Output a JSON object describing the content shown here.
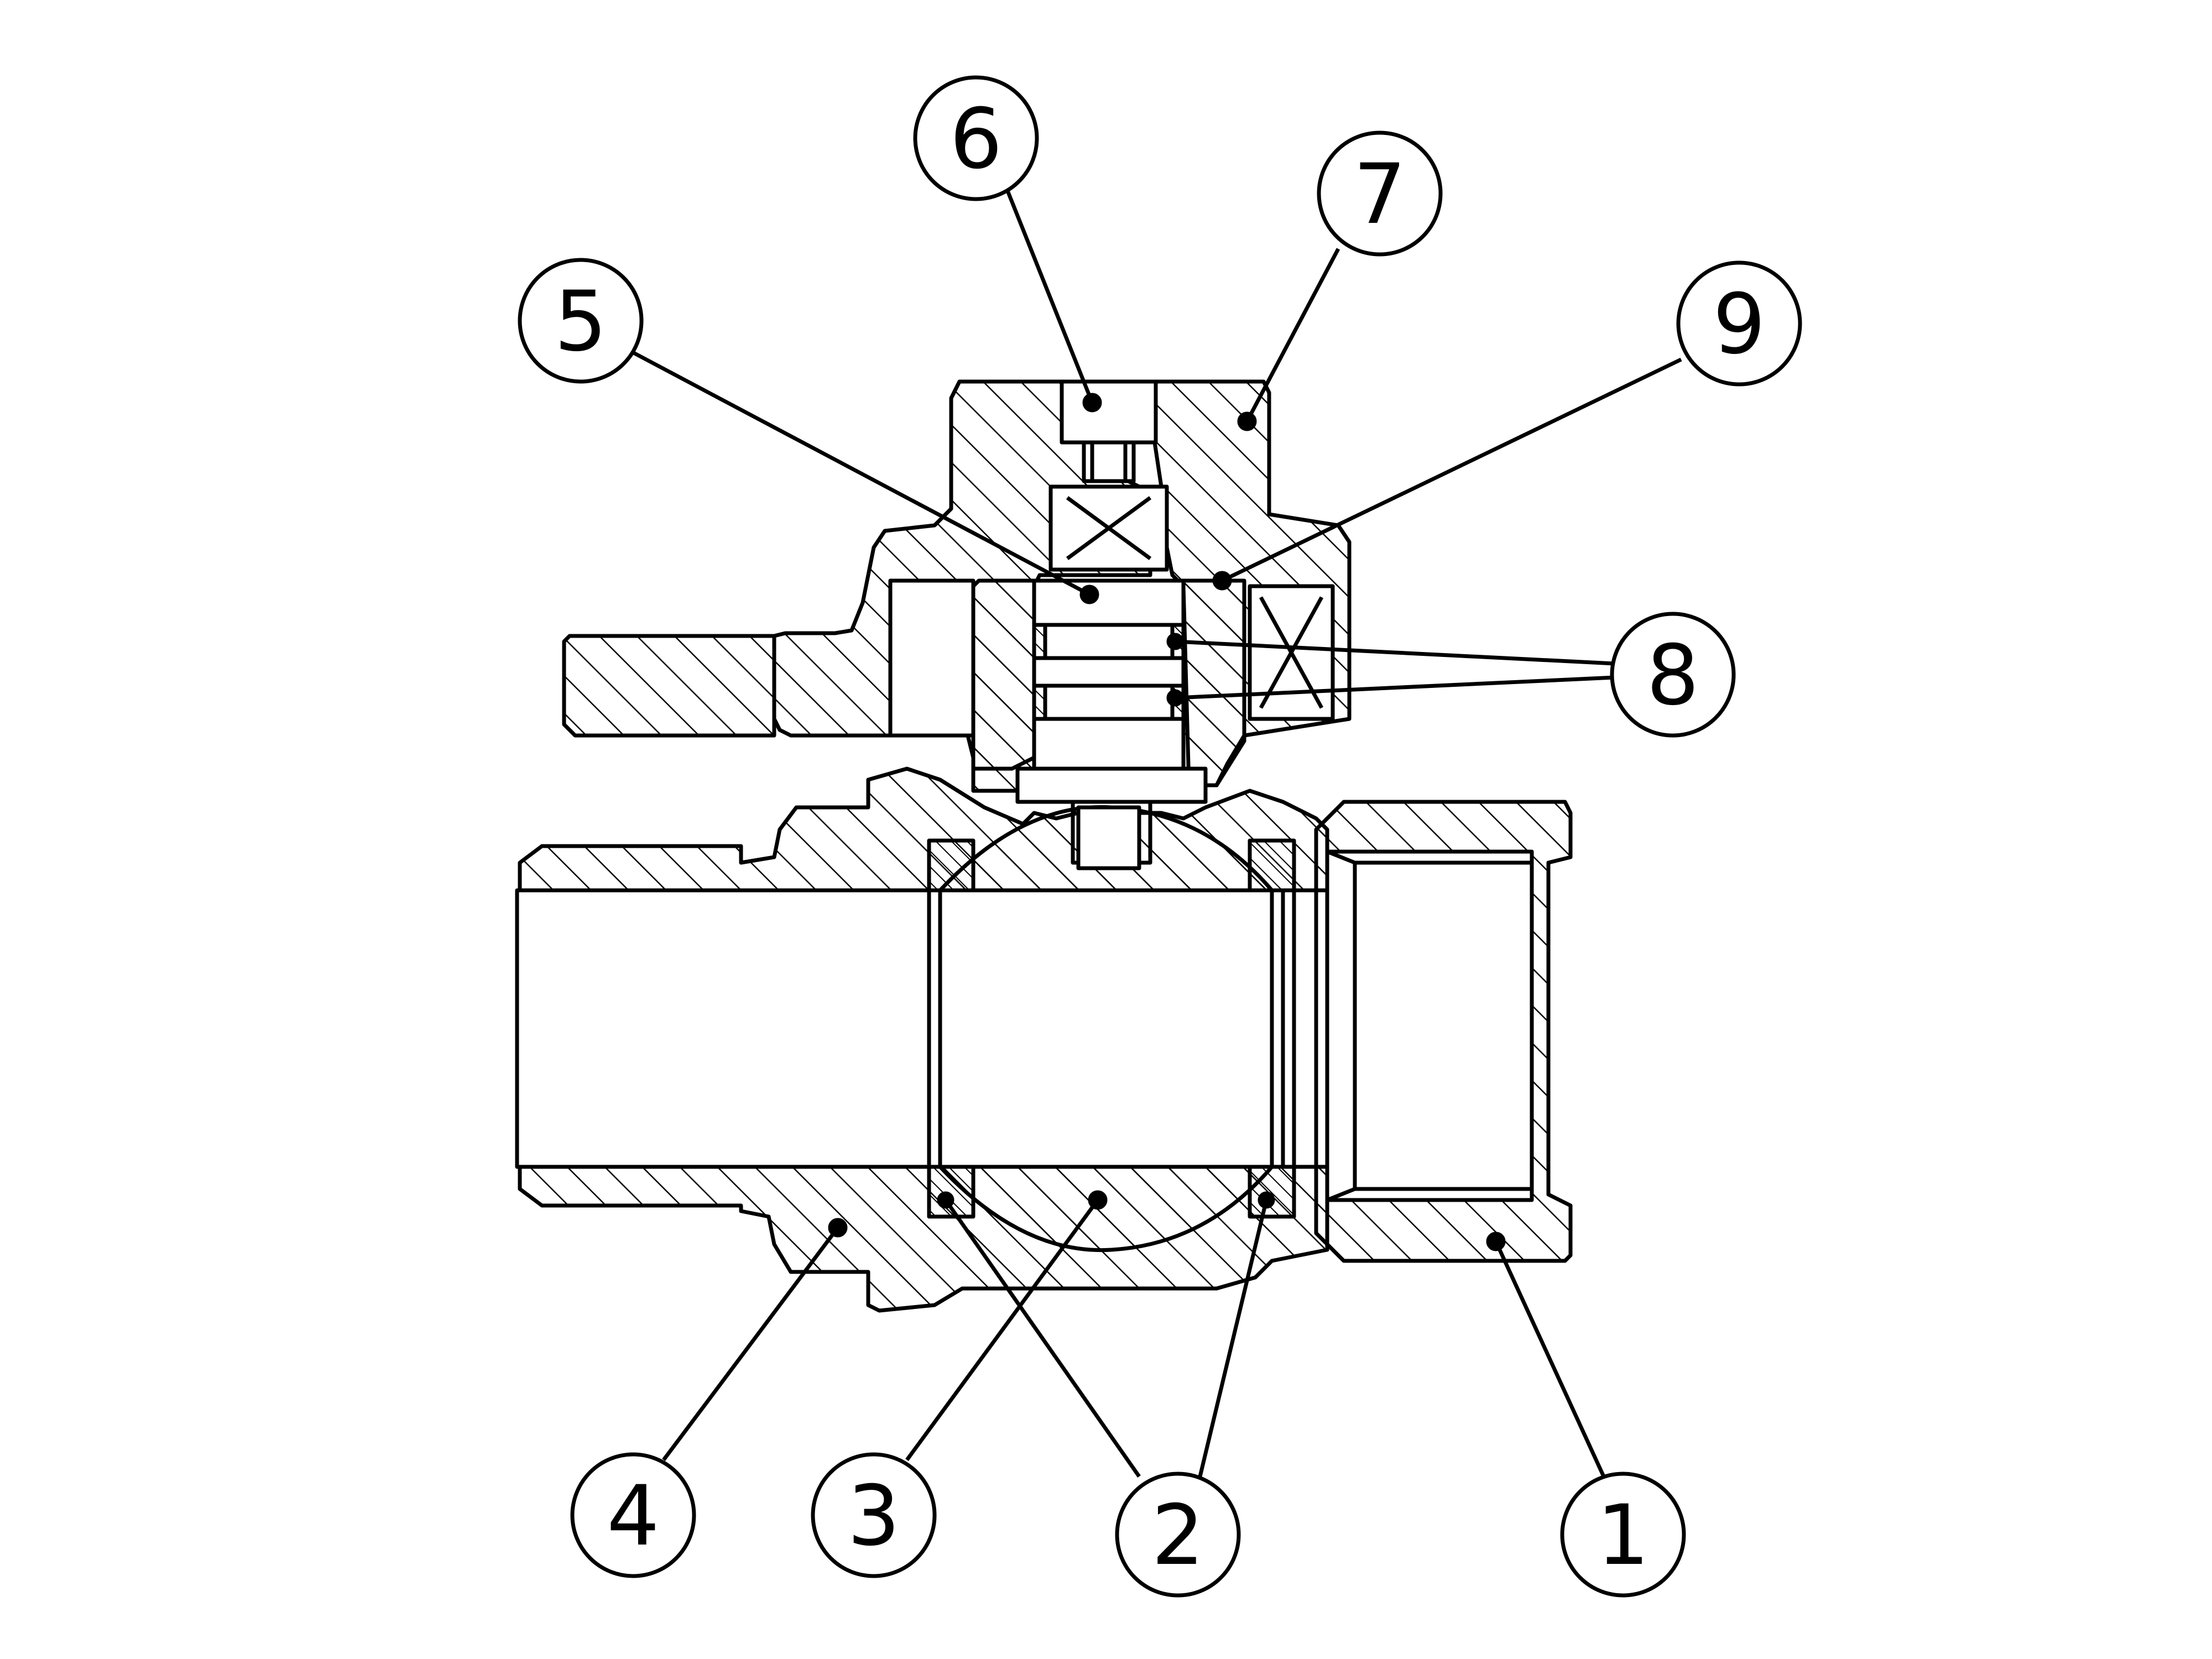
{
  "callouts": [
    {
      "id": "callout-1",
      "label": "1"
    },
    {
      "id": "callout-2",
      "label": "2"
    },
    {
      "id": "callout-3",
      "label": "3"
    },
    {
      "id": "callout-4",
      "label": "4"
    },
    {
      "id": "callout-5",
      "label": "5"
    },
    {
      "id": "callout-6",
      "label": "6"
    },
    {
      "id": "callout-7",
      "label": "7"
    },
    {
      "id": "callout-8",
      "label": "8"
    },
    {
      "id": "callout-9",
      "label": "9"
    }
  ],
  "colors": {
    "stroke": "#000000",
    "background": "#ffffff"
  }
}
